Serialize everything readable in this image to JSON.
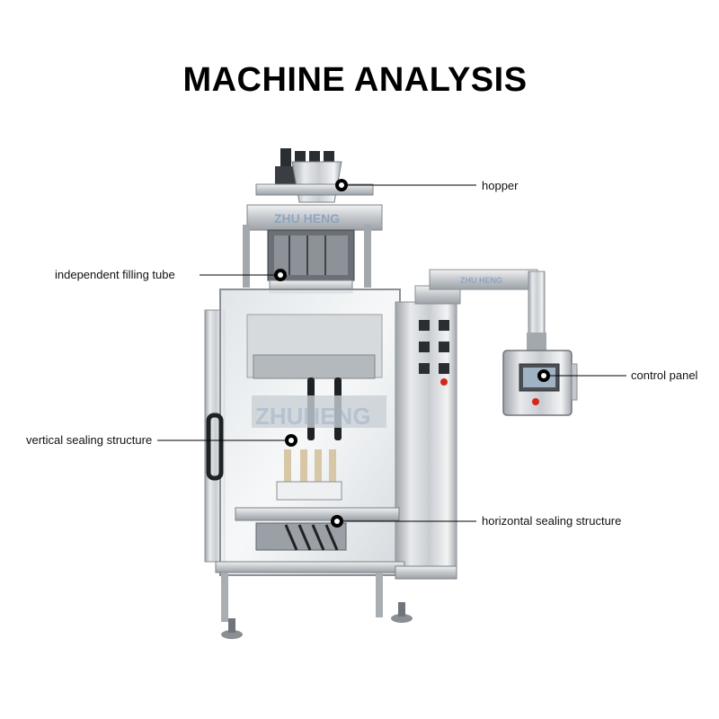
{
  "title": "MACHINE ANALYSIS",
  "brand": {
    "logo_head": "ZHU HENG",
    "logo_arm": "ZHU HENG",
    "watermark": "ZHUHENG"
  },
  "callouts": {
    "hopper": "hopper",
    "filling_tube": "independent filling tube",
    "vertical_sealing": "vertical sealing structure",
    "control_panel": "control panel",
    "horizontal_sealing": "horizontal sealing structure"
  },
  "colors": {
    "steel_light": "#e4e6e8",
    "steel_mid": "#b9bdc1",
    "steel_dark": "#6f757b",
    "leader": "#000000",
    "estop_red": "#d4281d",
    "brand_blue": "#8fa3bf"
  }
}
